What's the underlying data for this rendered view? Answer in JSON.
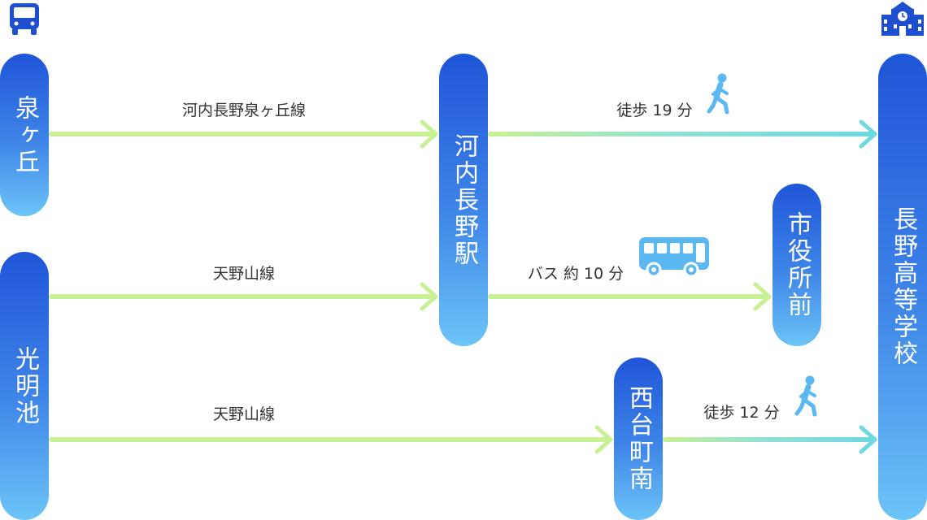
{
  "stations": {
    "izumigaoka": "泉ヶ丘",
    "komyoike": "光明池",
    "kawachinagano": "河内長野駅",
    "shiyakushomae": "市役所前",
    "nishidaichominami": "西台町南",
    "school": "長野高等学校"
  },
  "routes": {
    "r1": "河内長野泉ヶ丘線",
    "r2": "天野山線",
    "r3": "天野山線",
    "walk1": "徒歩 19 分",
    "bus": "バス 約 10 分",
    "walk2": "徒歩 12 分"
  },
  "icons": {
    "start": "bus-icon",
    "end": "school-icon",
    "walk": "walking-person-icon",
    "bus_trip": "bus-side-icon"
  },
  "colors": {
    "station_top": "#1f55d8",
    "station_bottom": "#6cc4f7",
    "line_green": "#c8f095",
    "line_teal": "#6fd8e0",
    "icon_dark_blue": "#1e4fd0",
    "icon_light_blue": "#5bb8f2"
  }
}
